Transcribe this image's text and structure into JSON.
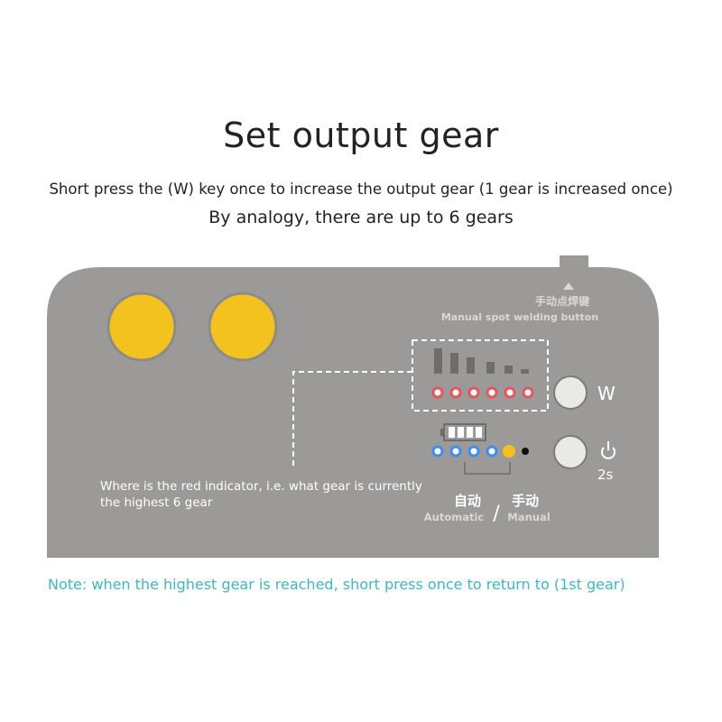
{
  "heading": {
    "title": "Set output gear",
    "line1": "Short press the (W) key once to increase the output gear (1 gear is increased once)",
    "line2": "By analogy, there are up to 6 gears"
  },
  "panel": {
    "manual_label_cn": "手动点焊键",
    "manual_label_en": "Manual spot welding button",
    "w_key_label": "W",
    "power_hold_label": "2s",
    "gear_count": 6,
    "mode_auto_cn": "自动",
    "mode_manual_cn": "手动",
    "mode_auto_en": "Automatic",
    "mode_manual_en": "Manual",
    "mode_separator": "/",
    "callout_line1": "Where is the red indicator, i.e. what gear is currently",
    "callout_line2": "the highest 6 gear"
  },
  "note": "Note: when the highest gear is reached, short press once to return to (1st gear)",
  "colors": {
    "panel": "#9b9a98",
    "electrode": "#f3c21f",
    "red_led": "#e8545e",
    "blue_led": "#3d8ef0",
    "yellow_led": "#f5c21c",
    "note_text": "#3bb8c2"
  }
}
